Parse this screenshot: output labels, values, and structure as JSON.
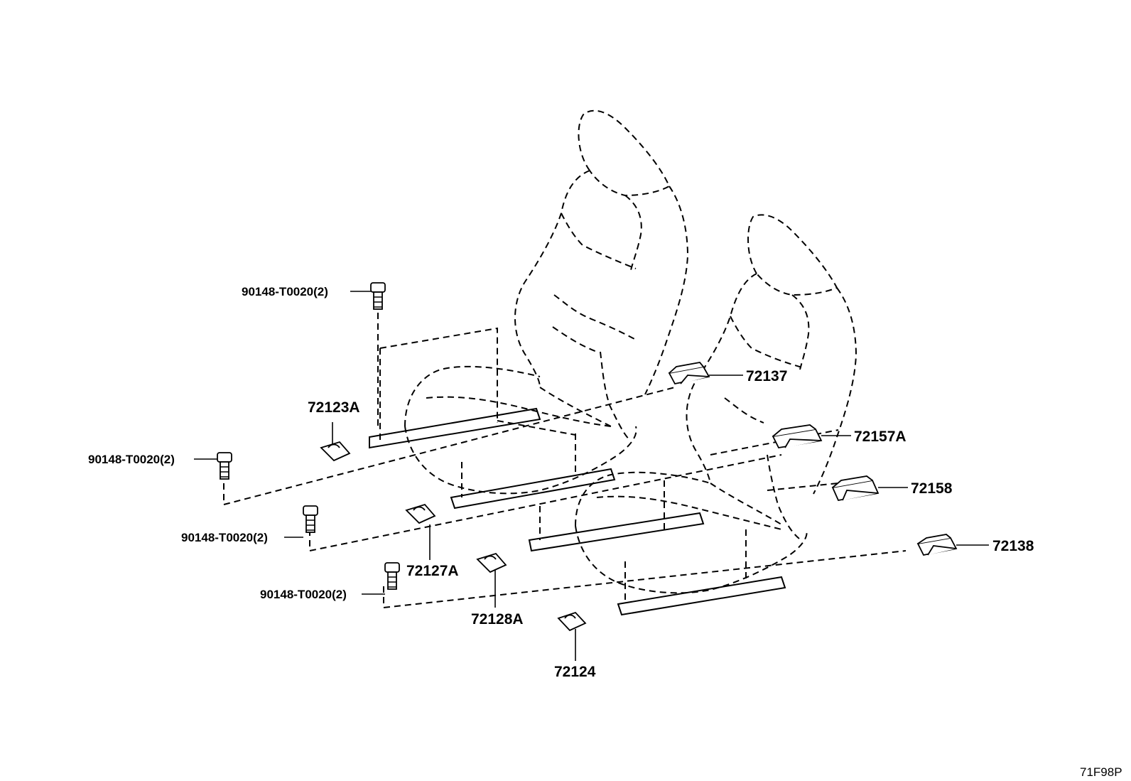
{
  "figure": {
    "code": "71F98P"
  },
  "callouts": {
    "bolt_a": "90148-T0020(2)",
    "bolt_b": "90148-T0020(2)",
    "bolt_c": "90148-T0020(2)",
    "bolt_d": "90148-T0020(2)",
    "p72123a": "72123A",
    "p72127a": "72127A",
    "p72128a": "72128A",
    "p72124": "72124",
    "p72137": "72137",
    "p72157a": "72157A",
    "p72158": "72158",
    "p72138": "72138"
  }
}
